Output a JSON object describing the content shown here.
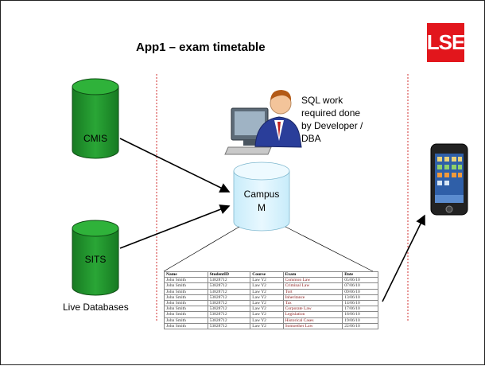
{
  "slide": {
    "title": "App1 – exam timetable",
    "logo": "LSE"
  },
  "databases": {
    "cmis": "CMIS",
    "sits": "SITS",
    "campus_line1": "Campus",
    "campus_line2": "M",
    "live_label": "Live Databases"
  },
  "sql_note": {
    "line1": "SQL work",
    "line2": "required done",
    "line3": "by Developer /",
    "line4": "DBA"
  },
  "icons": {
    "person": "developer-at-computer-icon",
    "phone": "smartphone-icon"
  },
  "colors": {
    "db_green": "#1e8a2a",
    "campus_fill": "#d8f1fb",
    "logo_red": "#e2161c",
    "divider_red": "#d03030"
  },
  "timetable": {
    "headers": [
      "Name",
      "StudentID",
      "Course",
      "Exam",
      "Date"
    ],
    "rows": [
      [
        "John Smith",
        "53828712",
        "Law Y2",
        "Common Law",
        "05/06/10"
      ],
      [
        "John Smith",
        "53828712",
        "Law Y2",
        "Criminal Law",
        "07/06/10"
      ],
      [
        "John Smith",
        "53828712",
        "Law Y2",
        "Tort",
        "09/06/10"
      ],
      [
        "John Smith",
        "53828712",
        "Law Y2",
        "Inheritance",
        "13/06/10"
      ],
      [
        "John Smith",
        "53828712",
        "Law Y2",
        "Tax",
        "14/06/10"
      ],
      [
        "John Smith",
        "53828712",
        "Law Y2",
        "Corporate Law",
        "17/06/10"
      ],
      [
        "John Smith",
        "53828712",
        "Law Y2",
        "Legislation",
        "18/06/10"
      ],
      [
        "John Smith",
        "53828712",
        "Law Y2",
        "Historical Cases",
        "19/06/10"
      ],
      [
        "John Smith",
        "53828712",
        "Law Y2",
        "Somoether Law",
        "22/06/10"
      ]
    ]
  }
}
